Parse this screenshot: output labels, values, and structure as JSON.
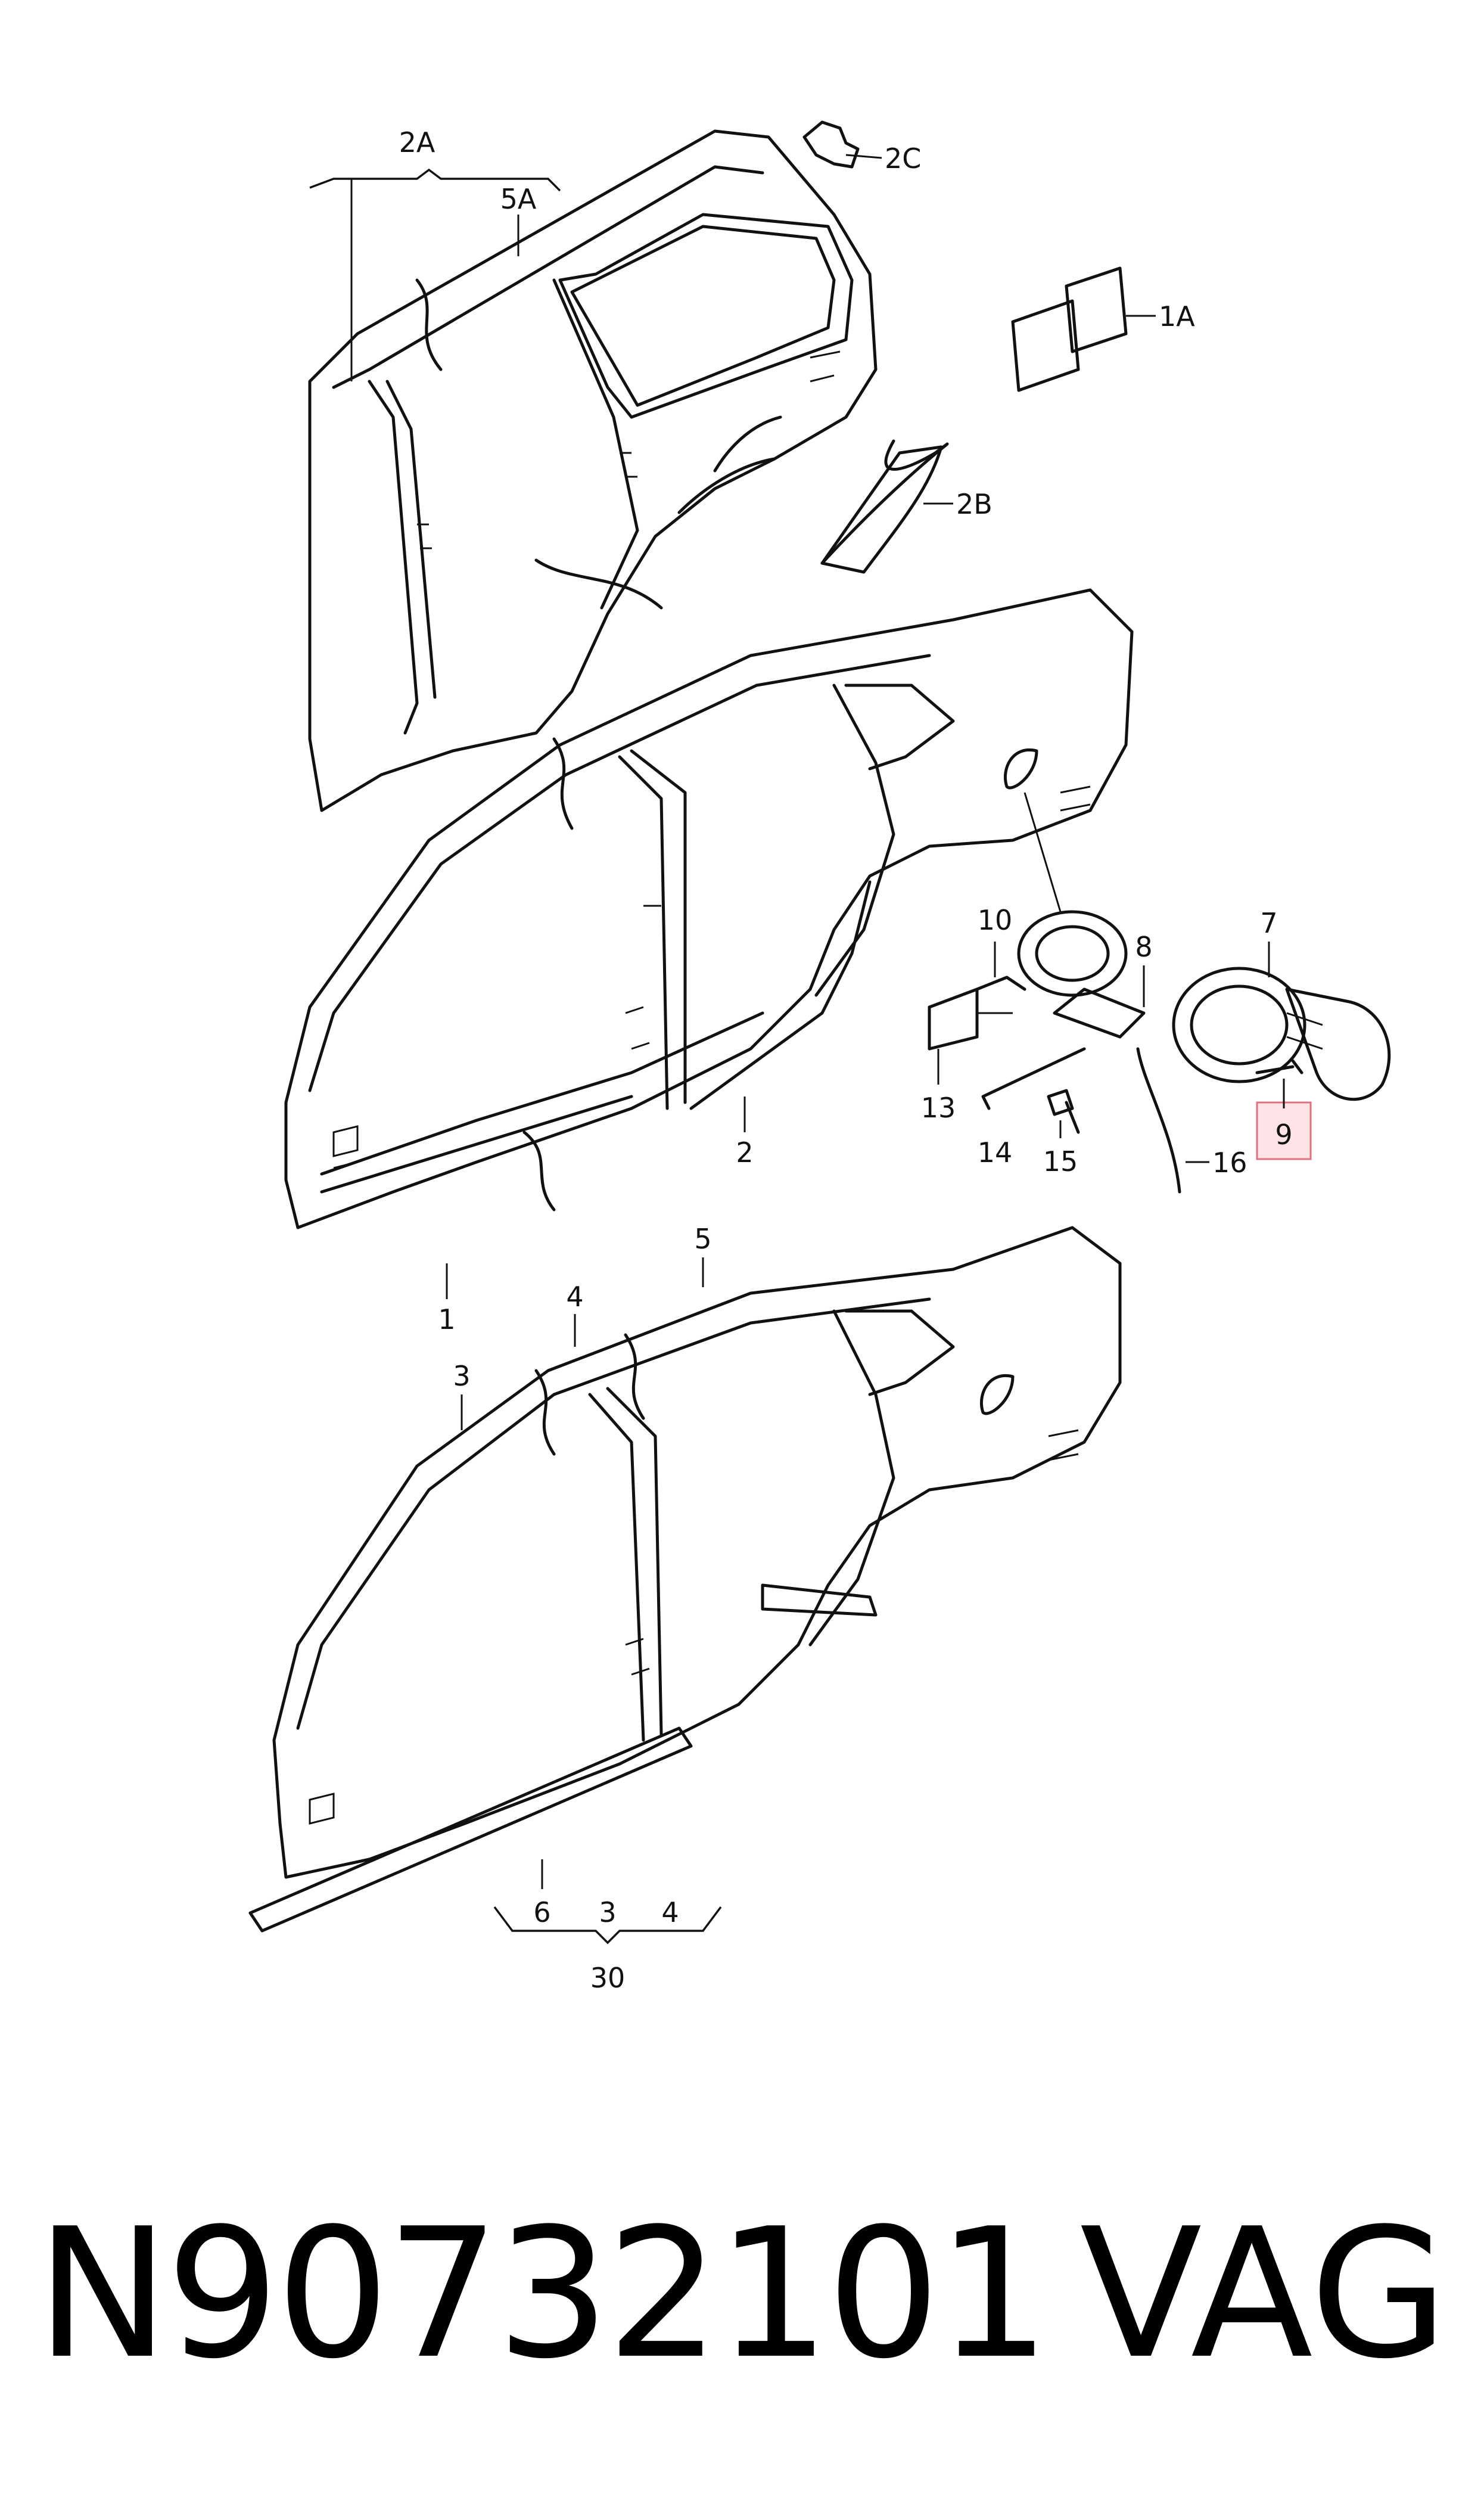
{
  "callouts": {
    "c2A": "2A",
    "c5A": "5A",
    "c2C": "2C",
    "c1A": "1A",
    "c2B": "2B",
    "c10": "10",
    "c8": "8",
    "c7": "7",
    "c13": "13",
    "c14": "14",
    "c15": "15",
    "c16": "16",
    "c9": "9",
    "c2": "2",
    "c1": "1",
    "c5": "5",
    "c4": "4",
    "c3": "3",
    "c6": "6",
    "c3b": "3",
    "c4b": "4",
    "c30": "30"
  },
  "highlighted_part": "9",
  "footer": {
    "part_number": "N90732101",
    "brand": "VAG"
  },
  "colors": {
    "line": "#111111",
    "highlight_fill": "#fde3e6",
    "highlight_stroke": "#e07080"
  }
}
